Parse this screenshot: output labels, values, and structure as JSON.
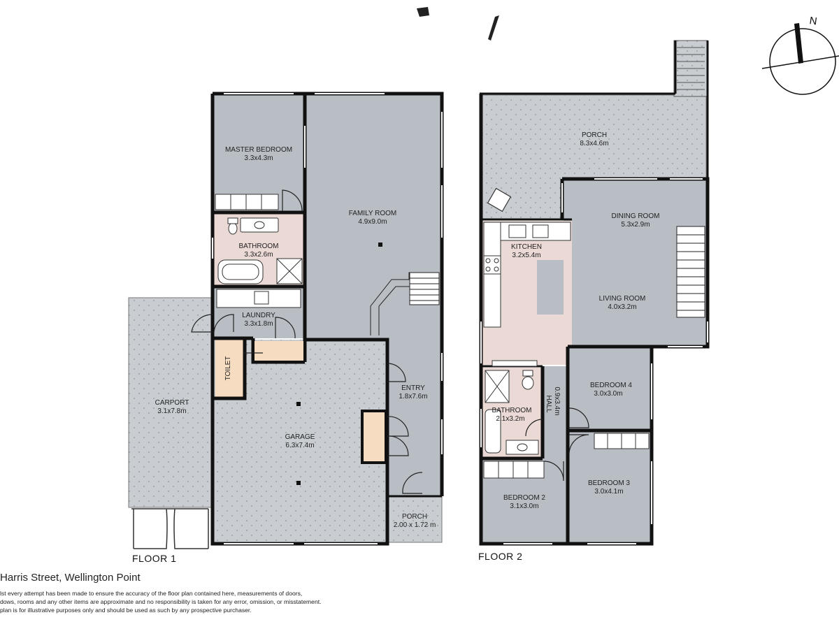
{
  "floors": {
    "floor1_label": "FLOOR 1",
    "floor2_label": "FLOOR 2"
  },
  "rooms_floor1": [
    {
      "name": "MASTER BEDROOM",
      "dims": "3.3x4.3m"
    },
    {
      "name": "FAMILY ROOM",
      "dims": "4.9x9.0m"
    },
    {
      "name": "BATHROOM",
      "dims": "3.3x2.6m"
    },
    {
      "name": "LAUNDRY",
      "dims": "3.3x1.8m"
    },
    {
      "name": "TOILET",
      "dims": ""
    },
    {
      "name": "CARPORT",
      "dims": "3.1x7.8m"
    },
    {
      "name": "GARAGE",
      "dims": "6.3x7.4m"
    },
    {
      "name": "ENTRY",
      "dims": "1.8x7.6m"
    },
    {
      "name": "PORCH",
      "dims": "2.00 x 1.72 m"
    }
  ],
  "rooms_floor2": [
    {
      "name": "PORCH",
      "dims": "8.3x4.6m"
    },
    {
      "name": "DINING ROOM",
      "dims": "5.3x2.9m"
    },
    {
      "name": "KITCHEN",
      "dims": "3.2x5.4m"
    },
    {
      "name": "LIVING ROOM",
      "dims": "4.0x3.2m"
    },
    {
      "name": "BEDROOM 4",
      "dims": "3.0x3.0m"
    },
    {
      "name": "BATHROOM",
      "dims": "2.1x3.2m"
    },
    {
      "name": "HALL",
      "dims": "0.9x3.4m"
    },
    {
      "name": "BEDROOM 3",
      "dims": "3.0x4.1m"
    },
    {
      "name": "BEDROOM 2",
      "dims": "3.1x3.0m"
    }
  ],
  "compass": {
    "label": "N",
    "icon": "north-arrow-icon"
  },
  "footer": {
    "address": "Harris Street, Wellington Point",
    "disclaimer_lines": [
      "lst every attempt has been made to ensure the accuracy of the floor plan contained here, measurements of doors,",
      "dows, rooms and any other items are approximate and no responsibility is taken for any error, omission, or misstatement.",
      "plan is for illustrative purposes only and should be used as such by any prospective purchaser."
    ]
  },
  "colors": {
    "wall": "#111111",
    "room_gray": "#b9bec4",
    "outdoor_gray": "#c9cdd1",
    "wet_area": "#ead9d4",
    "door_line": "#222222",
    "cabinet_orange": "#f6dcc0"
  }
}
